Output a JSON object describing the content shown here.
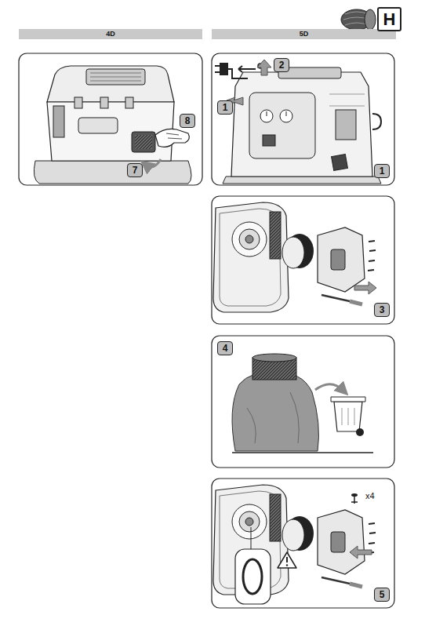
{
  "diagram": {
    "nodes": [
      {
        "text": [
          "4D"
        ]
      },
      {
        "text": [
          "5D"
        ]
      },
      {
        "text": [
          "H"
        ]
      },
      {
        "text": [
          "8"
        ]
      },
      {
        "text": [
          "7"
        ]
      },
      {
        "text": [
          "1"
        ]
      },
      {
        "text": [
          "2"
        ]
      },
      {
        "text": [
          "1"
        ]
      },
      {
        "text": [
          "3"
        ]
      },
      {
        "text": [
          "4"
        ]
      },
      {
        "text": [
          "5"
        ]
      }
    ],
    "labels": [
      "x4"
    ]
  }
}
